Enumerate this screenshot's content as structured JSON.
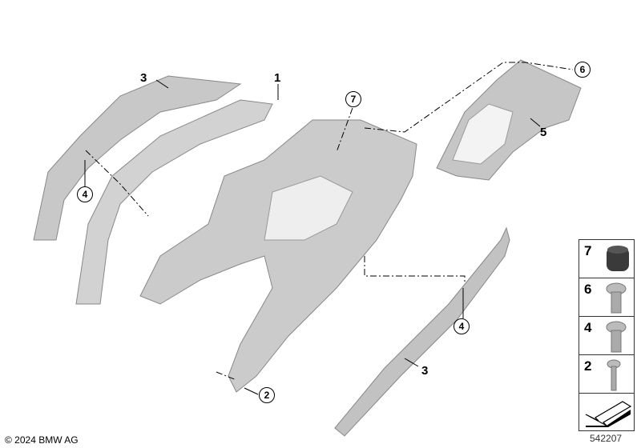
{
  "callouts": {
    "part1": "1",
    "part3_top": "3",
    "part3_bottom": "3",
    "part5": "5",
    "part7_circle": "7",
    "part6_circle": "6",
    "part4_circle_left": "4",
    "part4_circle_right": "4",
    "part2_circle": "2"
  },
  "legend": {
    "rows": [
      {
        "number": "7",
        "icon": "rubber-cap"
      },
      {
        "number": "6",
        "icon": "torx-screw"
      },
      {
        "number": "4",
        "icon": "torx-screw"
      },
      {
        "number": "2",
        "icon": "small-torx-screw"
      }
    ],
    "arrow_icon": "direction-arrow"
  },
  "footer": {
    "copyright": "© 2024 BMW AG",
    "image_number": "542207"
  },
  "colors": {
    "part_fill": "#c9c9c9",
    "part_shadow": "#9a9a9a",
    "line": "#000000"
  }
}
